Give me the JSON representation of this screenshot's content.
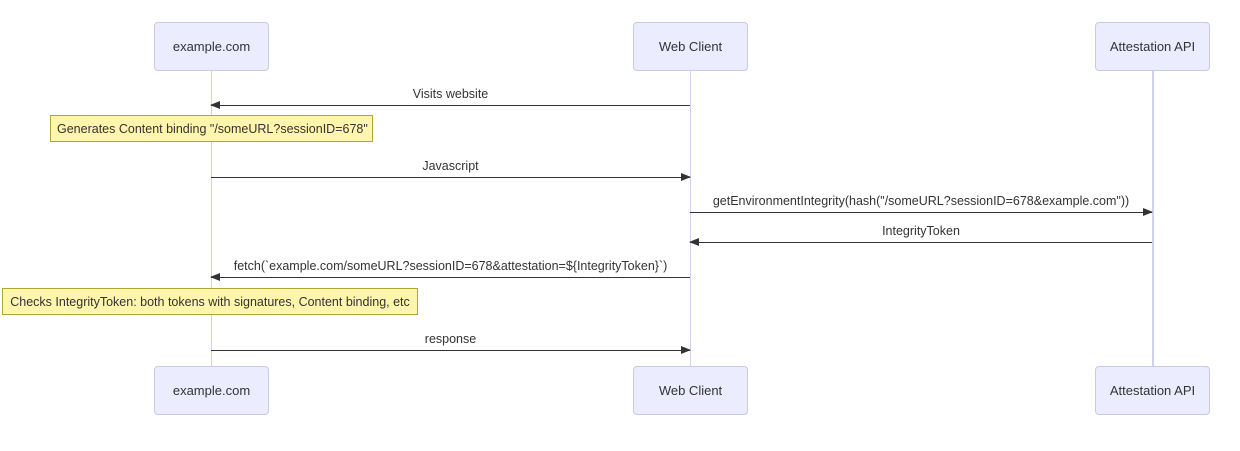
{
  "diagram_type": "sequence-diagram",
  "actors": [
    {
      "label": "example.com"
    },
    {
      "label": "Web Client"
    },
    {
      "label": "Attestation API"
    }
  ],
  "messages": [
    {
      "label": "Visits website",
      "from": "Web Client",
      "to": "example.com",
      "direction": "left"
    },
    {
      "label": "Javascript",
      "from": "example.com",
      "to": "Web Client",
      "direction": "right"
    },
    {
      "label": "getEnvironmentIntegrity(hash(\"/someURL?sessionID=678&example.com\"))",
      "from": "Web Client",
      "to": "Attestation API",
      "direction": "right"
    },
    {
      "label": "IntegrityToken",
      "from": "Attestation API",
      "to": "Web Client",
      "direction": "left"
    },
    {
      "label": "fetch(`example.com/someURL?sessionID=678&attestation=${IntegrityToken}`)",
      "from": "Web Client",
      "to": "example.com",
      "direction": "left"
    },
    {
      "label": "response",
      "from": "example.com",
      "to": "Web Client",
      "direction": "right"
    }
  ],
  "notes": [
    {
      "label": "Generates Content binding \"/someURL?sessionID=678\"",
      "over": "example.com"
    },
    {
      "label": "Checks IntegrityToken: both tokens with signatures, Content binding, etc",
      "over": "example.com"
    }
  ],
  "colors": {
    "actor_fill": "#ECECFF",
    "actor_border": "#C9C9E8",
    "lifeline": "#D0D0F0",
    "arrow": "#333333",
    "note_fill": "#FFF5AD",
    "note_border": "#AAAA33",
    "text": "#333333"
  }
}
